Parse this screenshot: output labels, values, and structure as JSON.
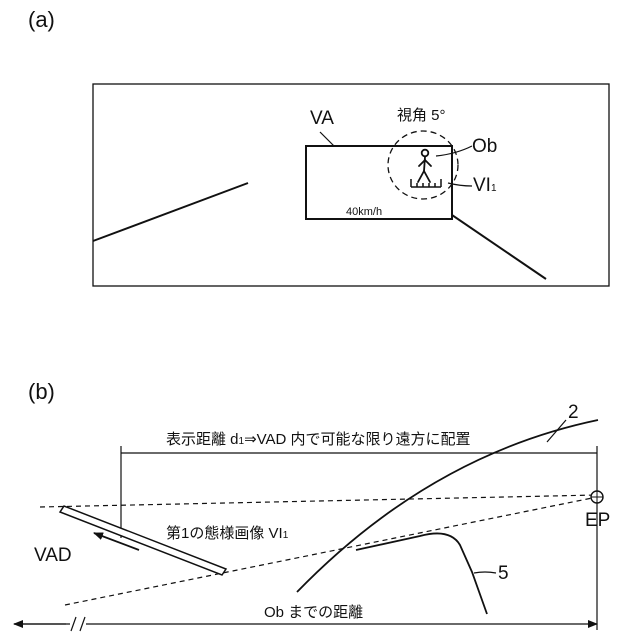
{
  "panel_a": {
    "label": "(a)",
    "va_label": "VA",
    "view_angle_label": "視角 5°",
    "ob_label": "Ob",
    "vi_label": "VI",
    "vi_subscript": "1",
    "speed_label": "40km/h"
  },
  "panel_b": {
    "label": "(b)",
    "distance_label_prefix": "表示距離 d",
    "distance_label_sub": "1",
    "distance_label_suffix": "⇒VAD 内で可能な限り遠方に配置",
    "windshield_label": "2",
    "ep_label": "EP",
    "vad_label": "VAD",
    "image_label": "第1の態様画像 VI",
    "image_label_sub": "1",
    "hood_label": "5",
    "ob_distance_label": "Ob までの距離"
  },
  "colors": {
    "ink": "#111111",
    "background": "#ffffff"
  }
}
